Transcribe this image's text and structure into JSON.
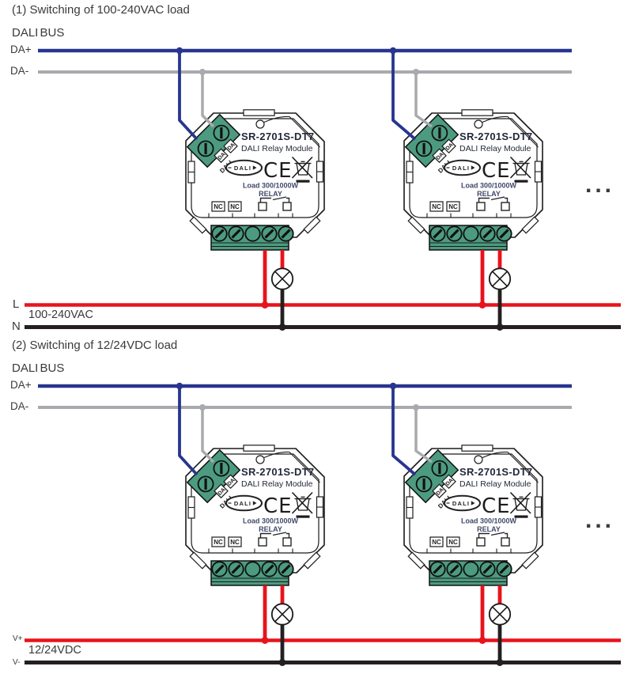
{
  "sections": [
    {
      "title": "(1) Switching of 100-240VAC load",
      "bus_label": "DALI BUS",
      "da_plus": "DA+",
      "da_minus": "DA-",
      "rail_top": {
        "label": "L",
        "voltage": "100-240VAC"
      },
      "rail_bottom": {
        "label": "N"
      },
      "more_modules": "..."
    },
    {
      "title": "(2) Switching of 12/24VDC load",
      "bus_label": "DALI BUS",
      "da_plus": "DA+",
      "da_minus": "DA-",
      "rail_top": {
        "label": "V+",
        "voltage": "12/24VDC"
      },
      "rail_bottom": {
        "label": "V-"
      },
      "more_modules": "..."
    }
  ],
  "module": {
    "model": "SR-2701S-DT7",
    "type": "DALI Relay Module",
    "dali_logo": "DALI",
    "ce_mark": "CE",
    "load_rating": "Load 300/1000W",
    "relay_label": "RELAY",
    "nc_left": "NC",
    "nc_right": "NC",
    "da_terminal_1": "DA",
    "da_terminal_2": "DA",
    "dali_port_label": "DALI"
  },
  "colors": {
    "dali_bus_plus": "#28358F",
    "dali_bus_minus": "#A8AAAD",
    "live_wire": "#E8131C",
    "neutral_wire": "#241F20",
    "terminal_green": "#4C9B80",
    "module_text_navy": "#41496B",
    "v_plus_label": "#9E2B2F",
    "v_minus_label": "#4E4343"
  }
}
